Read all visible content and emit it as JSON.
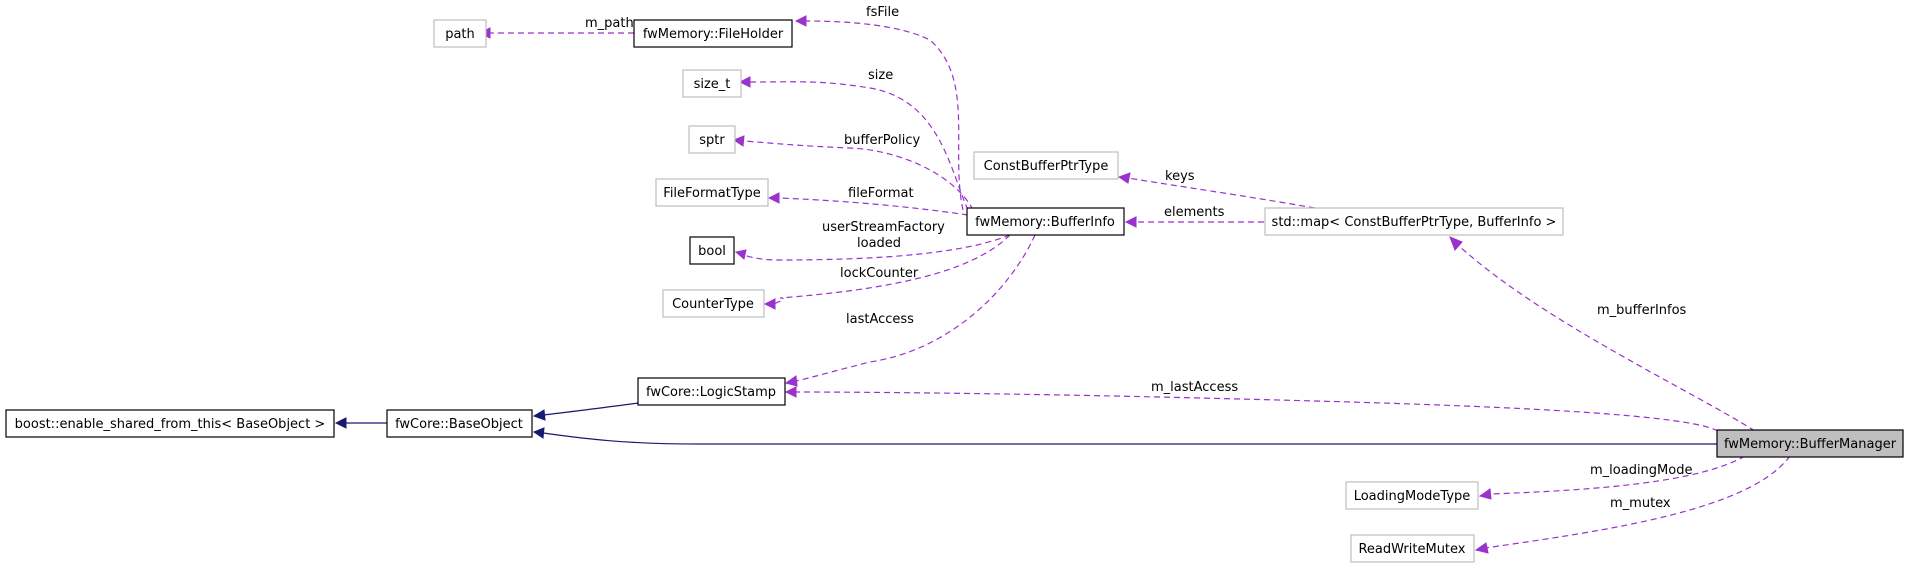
{
  "nodes": {
    "path": "path",
    "file_holder": "fwMemory::FileHolder",
    "size_t": "size_t",
    "sptr": "sptr",
    "file_format_type": "FileFormatType",
    "bool": "bool",
    "counter_type": "CounterType",
    "buffer_info": "fwMemory::BufferInfo",
    "const_buffer_ptr_type": "ConstBufferPtrType",
    "std_map": "std::map< ConstBufferPtrType, BufferInfo >",
    "logic_stamp": "fwCore::LogicStamp",
    "enable_shared": "boost::enable_shared_from_this< BaseObject >",
    "base_object": "fwCore::BaseObject",
    "buffer_manager": "fwMemory::BufferManager",
    "loading_mode_type": "LoadingModeType",
    "read_write_mutex": "ReadWriteMutex"
  },
  "edge_labels": {
    "m_path": "m_path",
    "fs_file": "fsFile",
    "size": "size",
    "buffer_policy": "bufferPolicy",
    "file_format": "fileFormat",
    "user_stream_factory": "userStreamFactory",
    "loaded": "loaded",
    "lock_counter": "lockCounter",
    "last_access": "lastAccess",
    "keys": "keys",
    "elements": "elements",
    "m_buffer_infos": "m_bufferInfos",
    "m_last_access": "m_lastAccess",
    "m_loading_mode": "m_loadingMode",
    "m_mutex": "m_mutex"
  },
  "colors": {
    "uses_edge": "#9a32cd",
    "inheritance_edge": "#191970",
    "documented_border": "#000000",
    "external_border": "#bfbfbf",
    "root_fill": "#bfbfbf"
  }
}
